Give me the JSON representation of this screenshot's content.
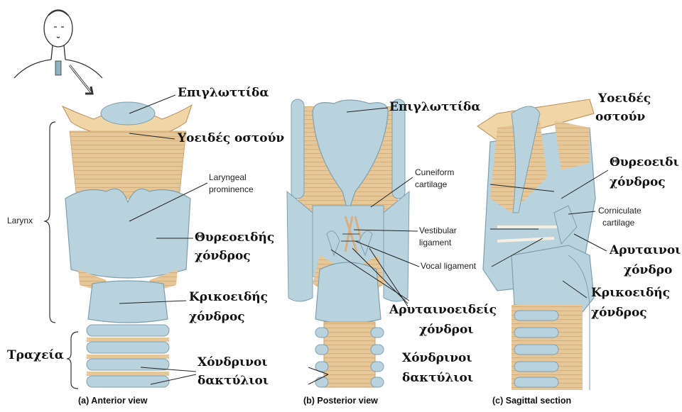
{
  "labels": {
    "epiglottis_a": "Επιγλωττίδα",
    "hyoid_a": "Υοειδές οστούν",
    "laryngeal_prominence_1": "Laryngeal",
    "laryngeal_prominence_2": "prominence",
    "larynx": "Larynx",
    "thyroid_a_1": "Θυρεοειδής",
    "thyroid_a_2": "χόνδρος",
    "cricoid_a_1": "Κρικοειδής",
    "cricoid_a_2": "χόνδρος",
    "trachea": "Τραχεία",
    "rings_a_1": "Χόνδρινοι",
    "rings_a_2": "δακτύλιοι",
    "epiglottis_b": "Επιγλωττίδα",
    "cuneiform_1": "Cuneiform",
    "cuneiform_2": "cartilage",
    "vestibular_1": "Vestibular",
    "vestibular_2": "ligament",
    "vocal_ligament": "Vocal ligament",
    "arytenoid_b_1": "Αρυταινοειδείς",
    "arytenoid_b_2": "χόνδροι",
    "rings_b_1": "Χόνδρινοι",
    "rings_b_2": "δακτύλιοι",
    "hyoid_c_1": "Υοειδές",
    "hyoid_c_2": "οστούν",
    "thyroid_c_1": "Θυρεοειδι",
    "thyroid_c_2": "χόνδρος",
    "corniculate_1": "Corniculate",
    "corniculate_2": "cartilage",
    "arytenoid_c_1": "Αρυταινοι",
    "arytenoid_c_2": "χόνδρο",
    "cricoid_c_1": "Κρικοειδής",
    "cricoid_c_2": "χόνδρος"
  },
  "captions": {
    "a": "(a) Anterior view",
    "b": "(b) Posterior view",
    "c": "(c) Sagittal section"
  },
  "colors": {
    "cartilage_blue": "#b9d3de",
    "cartilage_blue_dark": "#8fb2c2",
    "muscle_tan": "#e6c79a",
    "muscle_tan_dark": "#c9a06a",
    "line": "#222222"
  }
}
